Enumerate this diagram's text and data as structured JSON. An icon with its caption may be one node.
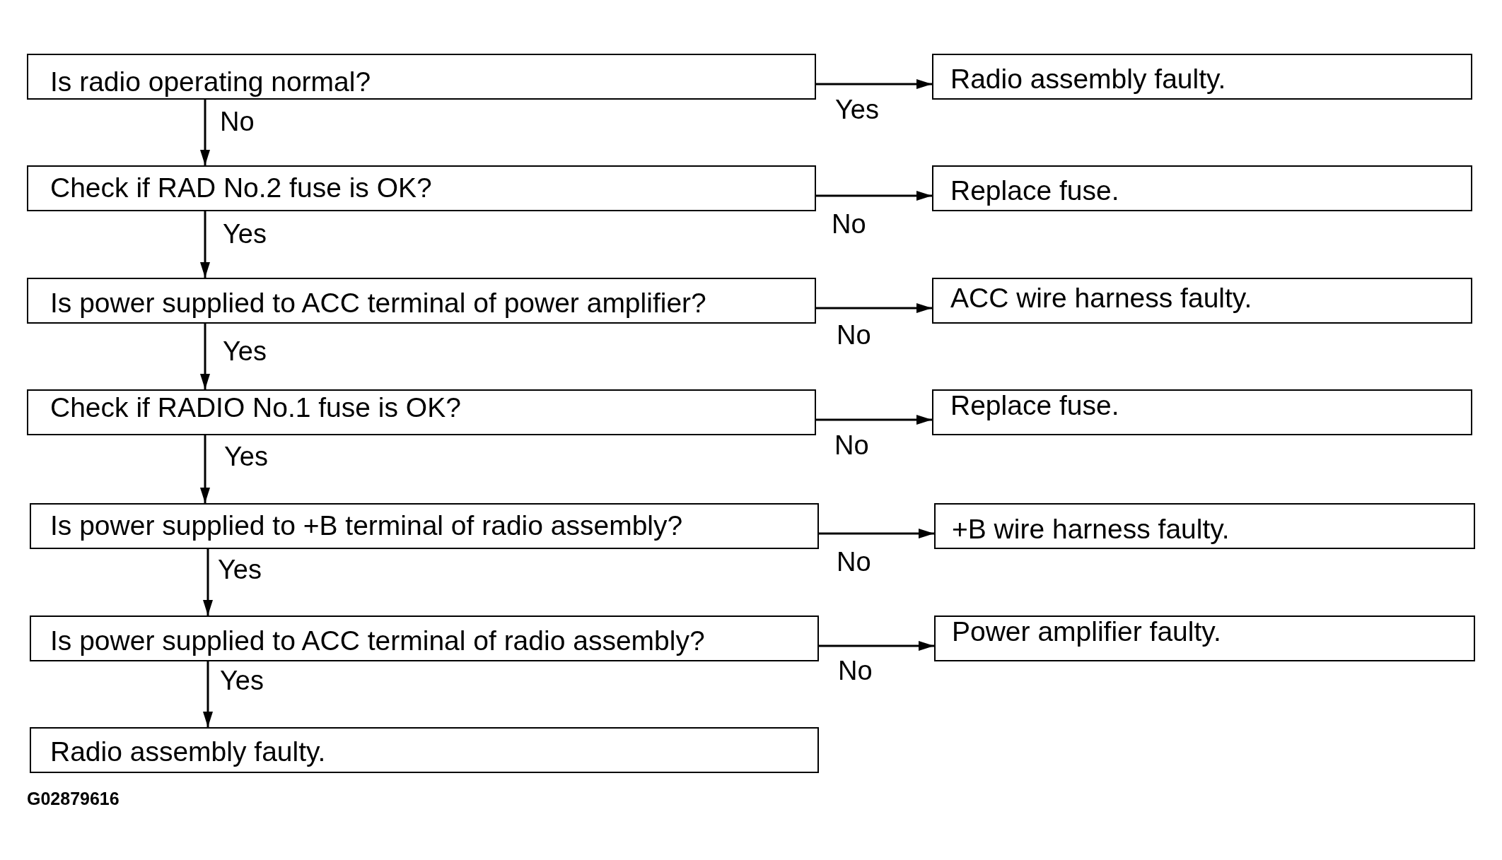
{
  "diagram": {
    "nodes": [
      {
        "text": [
          "Is radio operating normal?"
        ]
      },
      {
        "text": [
          "Radio assembly faulty."
        ]
      },
      {
        "text": [
          "Check if RAD No.2 fuse is OK?"
        ]
      },
      {
        "text": [
          "Replace fuse."
        ]
      },
      {
        "text": [
          "Is power supplied to ACC terminal of power amplifier?"
        ]
      },
      {
        "text": [
          "ACC wire harness faulty."
        ]
      },
      {
        "text": [
          "Check if RADIO No.1 fuse is OK?"
        ]
      },
      {
        "text": [
          "Replace fuse."
        ]
      },
      {
        "text": [
          "Is power supplied to +B terminal of radio assembly?"
        ]
      },
      {
        "text": [
          "+B wire harness faulty."
        ]
      },
      {
        "text": [
          "Is power supplied to ACC terminal of radio assembly?"
        ]
      },
      {
        "text": [
          "Power amplifier faulty."
        ]
      },
      {
        "text": [
          "Radio assembly faulty."
        ]
      }
    ],
    "edges": [
      {
        "from": 0,
        "to": 1,
        "arrow": "to",
        "label": "Yes"
      },
      {
        "from": 0,
        "to": 2,
        "arrow": "to",
        "label": "No"
      },
      {
        "from": 2,
        "to": 3,
        "arrow": "to",
        "label": "No"
      },
      {
        "from": 2,
        "to": 4,
        "arrow": "to",
        "label": "Yes"
      },
      {
        "from": 4,
        "to": 5,
        "arrow": "to",
        "label": "No"
      },
      {
        "from": 4,
        "to": 6,
        "arrow": "to",
        "label": "Yes"
      },
      {
        "from": 6,
        "to": 7,
        "arrow": "to",
        "label": "No"
      },
      {
        "from": 6,
        "to": 8,
        "arrow": "to",
        "label": "Yes"
      },
      {
        "from": 8,
        "to": 9,
        "arrow": "to",
        "label": "No"
      },
      {
        "from": 8,
        "to": 10,
        "arrow": "to",
        "label": "Yes"
      },
      {
        "from": 10,
        "to": 11,
        "arrow": "to",
        "label": "No"
      },
      {
        "from": 10,
        "to": 12,
        "arrow": "to",
        "label": "Yes"
      }
    ],
    "labels": [
      "G02879616"
    ]
  }
}
